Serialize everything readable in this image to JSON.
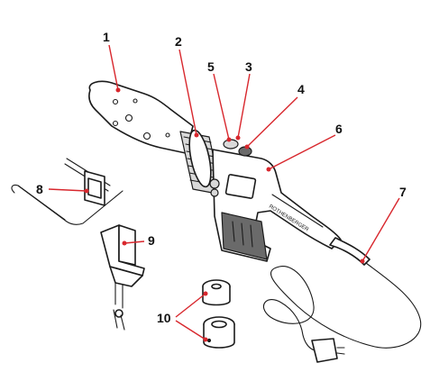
{
  "diagram": {
    "callouts": [
      {
        "id": "1",
        "label": "1"
      },
      {
        "id": "2",
        "label": "2"
      },
      {
        "id": "3",
        "label": "3"
      },
      {
        "id": "4",
        "label": "4"
      },
      {
        "id": "5",
        "label": "5"
      },
      {
        "id": "6",
        "label": "6"
      },
      {
        "id": "7",
        "label": "7"
      },
      {
        "id": "8",
        "label": "8"
      },
      {
        "id": "9",
        "label": "9"
      },
      {
        "id": "10",
        "label": "10"
      }
    ],
    "brand_text": "ROTHENBERGER",
    "colors": {
      "leader": "#d8272d",
      "ink": "#1b1b1b",
      "shade": "#d9d9d9"
    }
  }
}
